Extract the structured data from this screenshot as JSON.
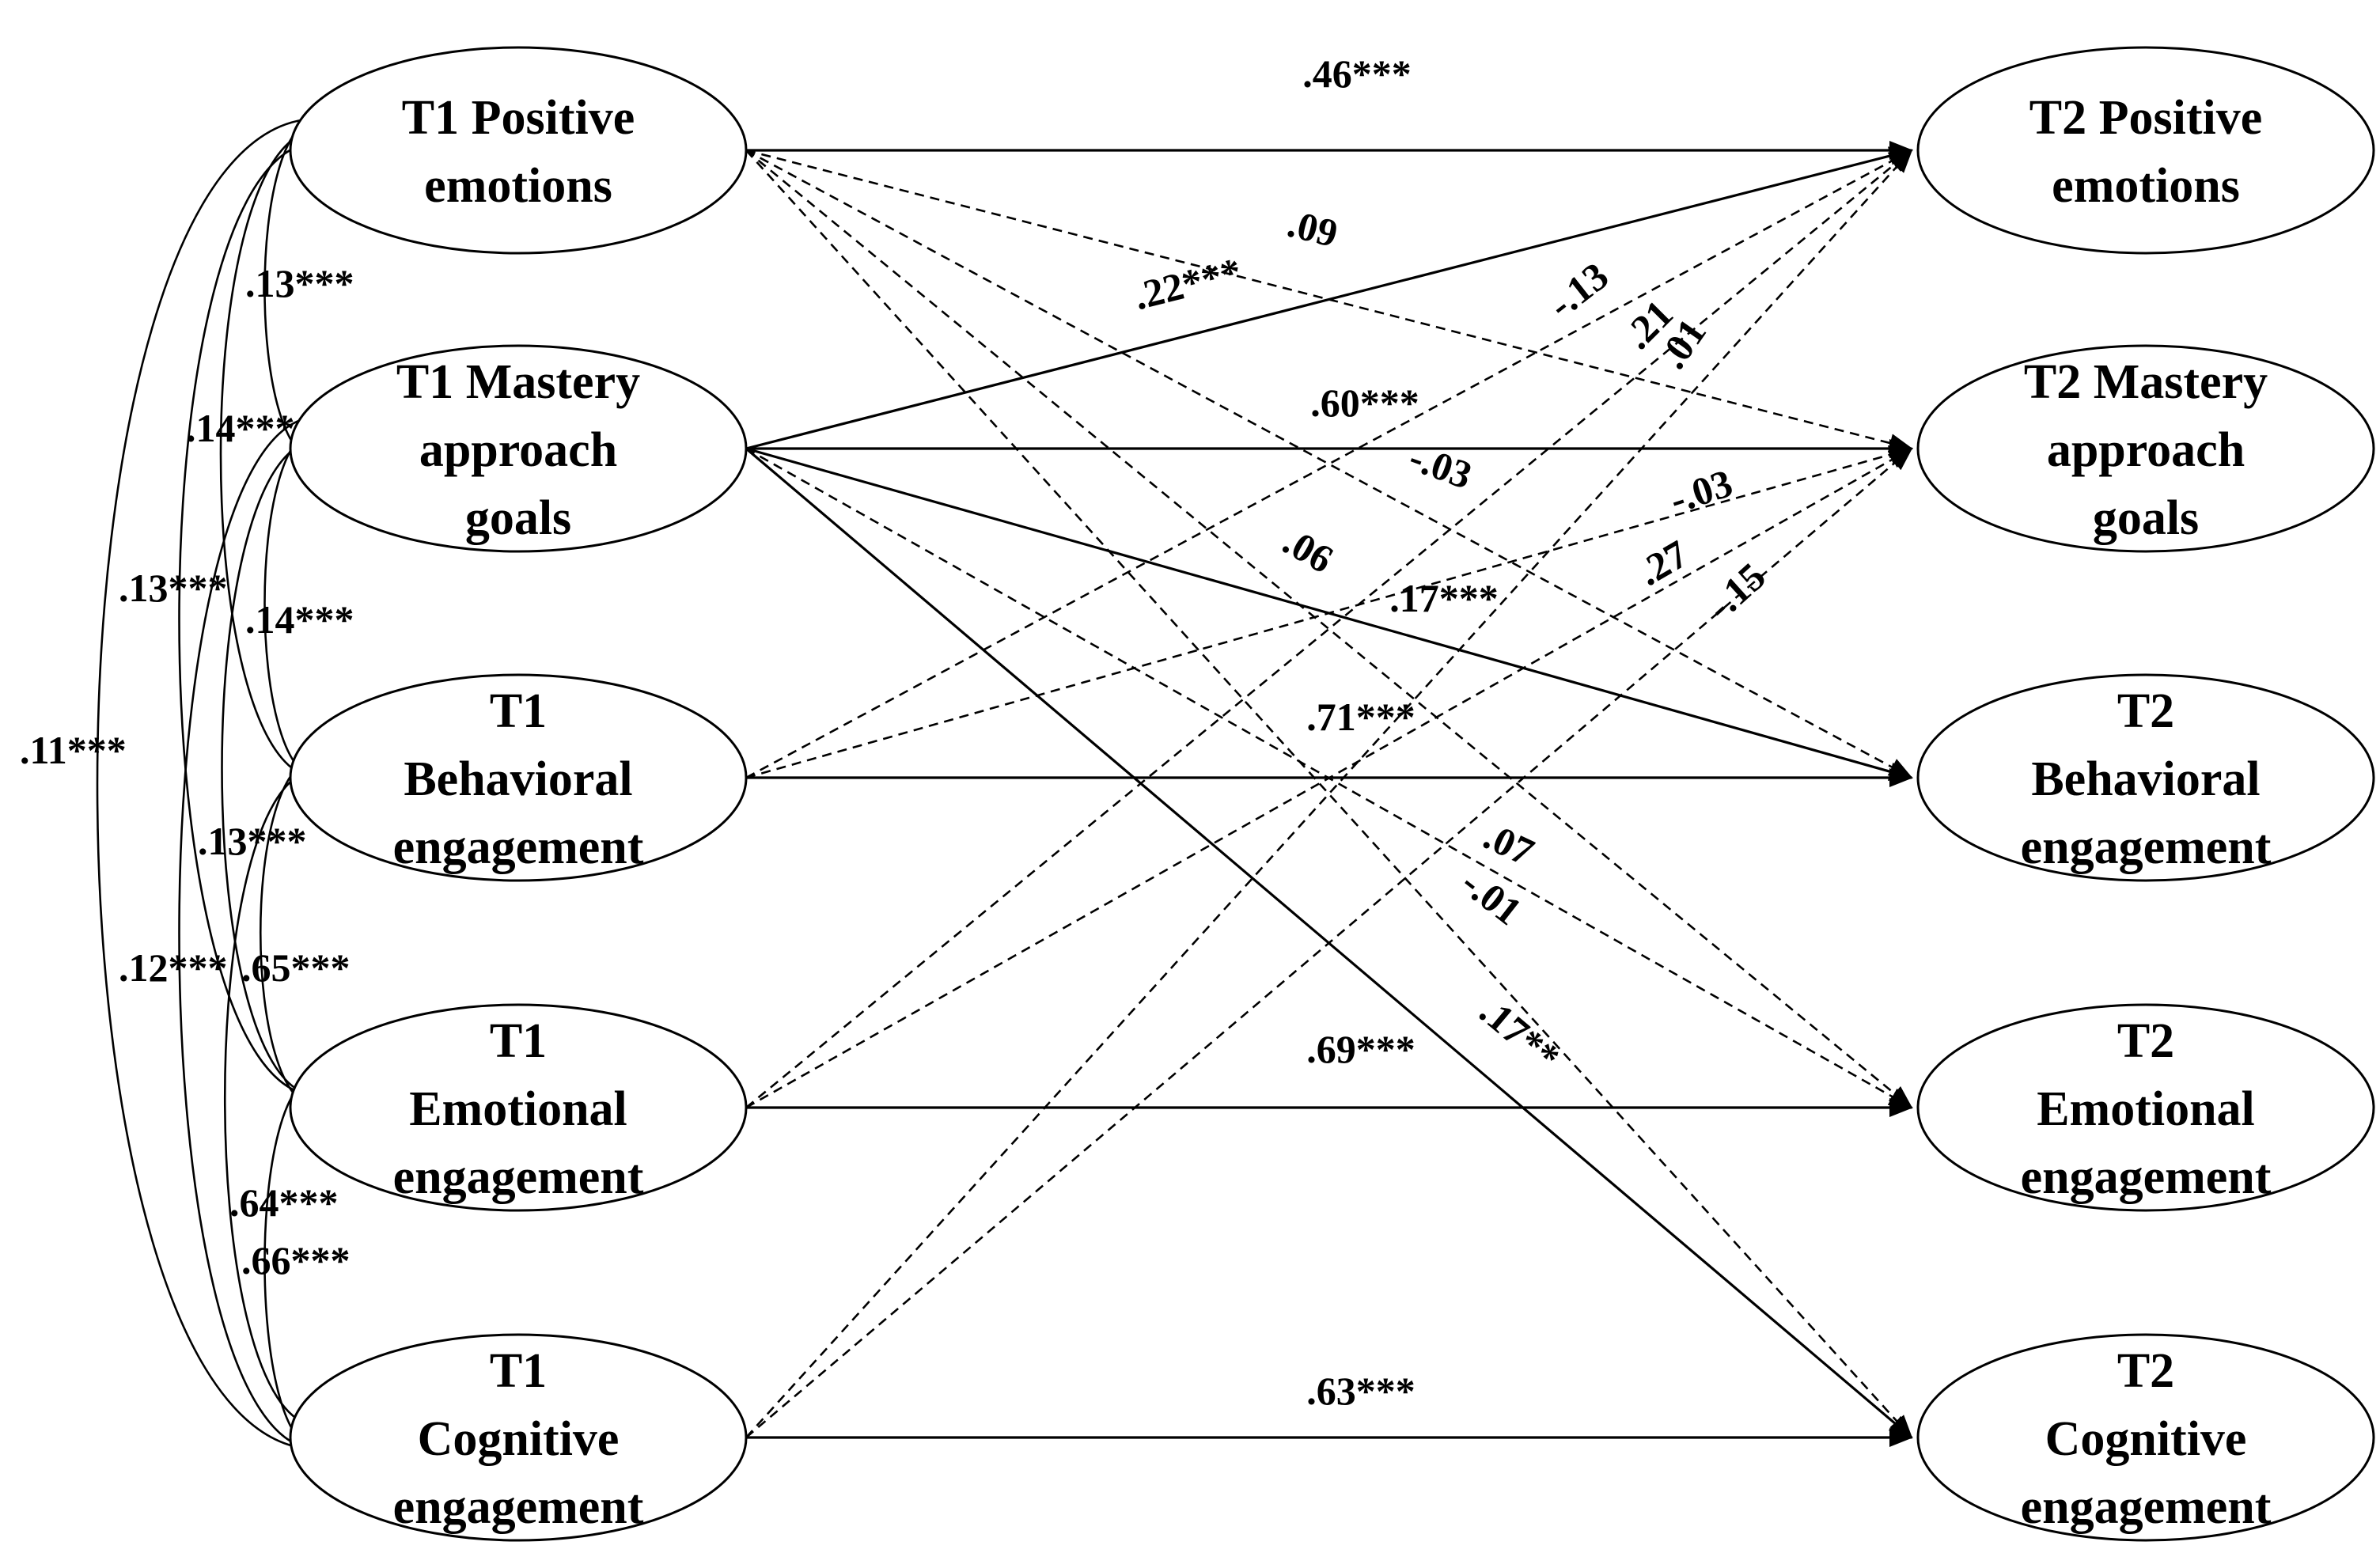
{
  "nodes": {
    "t1_positive": {
      "lines": [
        "T1 Positive",
        "emotions"
      ]
    },
    "t1_mastery": {
      "lines": [
        "T1 Mastery",
        "approach",
        "goals"
      ]
    },
    "t1_behavioral": {
      "lines": [
        "T1",
        "Behavioral",
        "engagement"
      ]
    },
    "t1_emotional": {
      "lines": [
        "T1",
        "Emotional",
        "engagement"
      ]
    },
    "t1_cognitive": {
      "lines": [
        "T1",
        "Cognitive",
        "engagement"
      ]
    },
    "t2_positive": {
      "lines": [
        "T2 Positive",
        "emotions"
      ]
    },
    "t2_mastery": {
      "lines": [
        "T2 Mastery",
        "approach",
        "goals"
      ]
    },
    "t2_behavioral": {
      "lines": [
        "T2",
        "Behavioral",
        "engagement"
      ]
    },
    "t2_emotional": {
      "lines": [
        "T2",
        "Emotional",
        "engagement"
      ]
    },
    "t2_cognitive": {
      "lines": [
        "T2",
        "Cognitive",
        "engagement"
      ]
    }
  },
  "paths": [
    {
      "from": "t1_positive",
      "to": "t2_positive",
      "style": "solid",
      "label": ".46***"
    },
    {
      "from": "t1_positive",
      "to": "t2_mastery",
      "style": "dashed",
      "label": ".09"
    },
    {
      "from": "t1_positive",
      "to": "t2_behavioral",
      "style": "dashed",
      "label": "-.03"
    },
    {
      "from": "t1_positive",
      "to": "t2_emotional",
      "style": "dashed",
      "label": ".06"
    },
    {
      "from": "t1_positive",
      "to": "t2_cognitive",
      "style": "dashed",
      "label": "-.01"
    },
    {
      "from": "t1_mastery",
      "to": "t2_positive",
      "style": "solid",
      "label": ".22***"
    },
    {
      "from": "t1_mastery",
      "to": "t2_mastery",
      "style": "solid",
      "label": ".60***"
    },
    {
      "from": "t1_mastery",
      "to": "t2_behavioral",
      "style": "solid",
      "label": ".17***"
    },
    {
      "from": "t1_mastery",
      "to": "t2_emotional",
      "style": "dashed",
      "label": ".07"
    },
    {
      "from": "t1_mastery",
      "to": "t2_cognitive",
      "style": "solid",
      "label": ".17**"
    },
    {
      "from": "t1_behavioral",
      "to": "t2_positive",
      "style": "dashed",
      "label": "-.13"
    },
    {
      "from": "t1_behavioral",
      "to": "t2_mastery",
      "style": "dashed",
      "label": "-.03"
    },
    {
      "from": "t1_behavioral",
      "to": "t2_behavioral",
      "style": "solid",
      "label": ".71***"
    },
    {
      "from": "t1_emotional",
      "to": "t2_positive",
      "style": "dashed",
      "label": ".21"
    },
    {
      "from": "t1_emotional",
      "to": "t2_mastery",
      "style": "dashed",
      "label": ".27"
    },
    {
      "from": "t1_emotional",
      "to": "t2_emotional",
      "style": "solid",
      "label": ".69***"
    },
    {
      "from": "t1_cognitive",
      "to": "t2_positive",
      "style": "dashed",
      "label": ".01"
    },
    {
      "from": "t1_cognitive",
      "to": "t2_mastery",
      "style": "dashed",
      "label": "-.15"
    },
    {
      "from": "t1_cognitive",
      "to": "t2_cognitive",
      "style": "solid",
      "label": ".63***"
    }
  ],
  "correlations": [
    {
      "a": "t1_positive",
      "b": "t1_mastery",
      "label": ".13***"
    },
    {
      "a": "t1_positive",
      "b": "t1_behavioral",
      "label": ".14***"
    },
    {
      "a": "t1_positive",
      "b": "t1_emotional",
      "label": ".13***"
    },
    {
      "a": "t1_positive",
      "b": "t1_cognitive",
      "label": ".11***"
    },
    {
      "a": "t1_mastery",
      "b": "t1_behavioral",
      "label": ".14***"
    },
    {
      "a": "t1_mastery",
      "b": "t1_emotional",
      "label": ".13***"
    },
    {
      "a": "t1_mastery",
      "b": "t1_cognitive",
      "label": ".12***"
    },
    {
      "a": "t1_behavioral",
      "b": "t1_emotional",
      "label": ".65***"
    },
    {
      "a": "t1_behavioral",
      "b": "t1_cognitive",
      "label": ".64***"
    },
    {
      "a": "t1_emotional",
      "b": "t1_cognitive",
      "label": ".66***"
    }
  ]
}
